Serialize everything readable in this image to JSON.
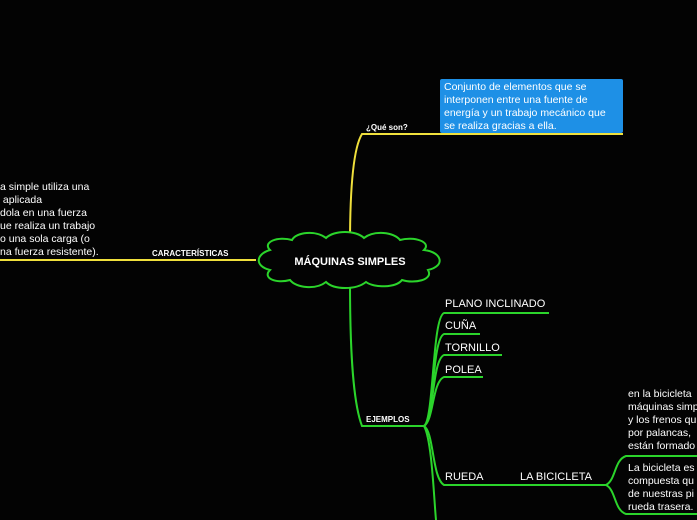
{
  "root": {
    "label": "MÁQUINAS SIMPLES"
  },
  "colors": {
    "background": "#030303",
    "yellow_branch": "#f0e03c",
    "green_branch": "#2bd42b",
    "blue_box": "#1e90e6"
  },
  "branches": {
    "que_son": {
      "label": "¿Qué son?",
      "note": "Conjunto de elementos que se\ninterponen entre una fuente de\nenergía y un trabajo mecánico que\nse realiza gracias a ella."
    },
    "caracteristicas": {
      "label": "CARACTERÍSTICAS",
      "note": "a simple utiliza una\n aplicada\ndola en una fuerza\nue realiza un trabajo\no una sola carga (o\nna fuerza resistente)."
    },
    "ejemplos": {
      "label": "EJEMPLOS",
      "items": [
        "PLANO INCLINADO",
        "CUÑA",
        "TORNILLO",
        "POLEA",
        "RUEDA"
      ],
      "rueda_child": "LA BICICLETA",
      "bicicleta_notes": [
        "en la bicicleta\nmáquinas simp\ny los frenos qu\npor palancas,\nestán formado",
        "La bicicleta es\ncompuesta qu\nde nuestras pi\nrueda trasera."
      ]
    }
  }
}
